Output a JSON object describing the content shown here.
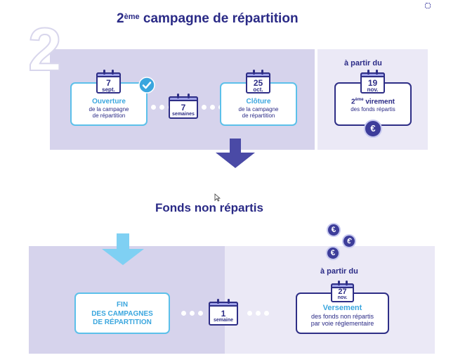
{
  "colors": {
    "navy": "#2a2a86",
    "sky": "#5cc0ea",
    "band_purple": "#d6d3ec",
    "band_light": "#ebe9f6",
    "calendar_header": "#9ea1e8",
    "arrow_navy": "#4a4aa6",
    "arrow_sky": "#7fd0f3"
  },
  "section1": {
    "big_number": "2",
    "title_num": "2",
    "title_sup": "ème",
    "title_rest": " campagne de répartition",
    "opening": {
      "cal_day": "7",
      "cal_month": "sept.",
      "head": "Ouverture",
      "body_line1": "de la campagne",
      "body_line2": "de répartition",
      "check_icon": "check-badge-icon"
    },
    "duration": {
      "cal_num": "7",
      "cal_unit": "semaines"
    },
    "closing": {
      "cal_day": "25",
      "cal_month": "oct.",
      "head": "Clôture",
      "body_line1": "de la campagne",
      "body_line2": "de répartition"
    },
    "transfer": {
      "from_label": "à partir du",
      "cal_day": "19",
      "cal_month": "nov.",
      "head_num": "2",
      "head_sup": "ème",
      "head_rest": " virement",
      "body": "des fonds répartis",
      "coin_symbol": "€"
    }
  },
  "section2": {
    "title": "Fonds non répartis",
    "end": {
      "line1": "FIN",
      "line2": "DES CAMPAGNES",
      "line3": "DE RÉPARTITION"
    },
    "duration": {
      "cal_num": "1",
      "cal_unit": "semaine"
    },
    "payment": {
      "from_label": "à partir du",
      "cal_day": "27",
      "cal_month": "nov.",
      "head": "Versement",
      "body_line1": "des fonds non répartis",
      "body_line2": "par voie réglementaire",
      "coin_symbol": "€"
    }
  }
}
